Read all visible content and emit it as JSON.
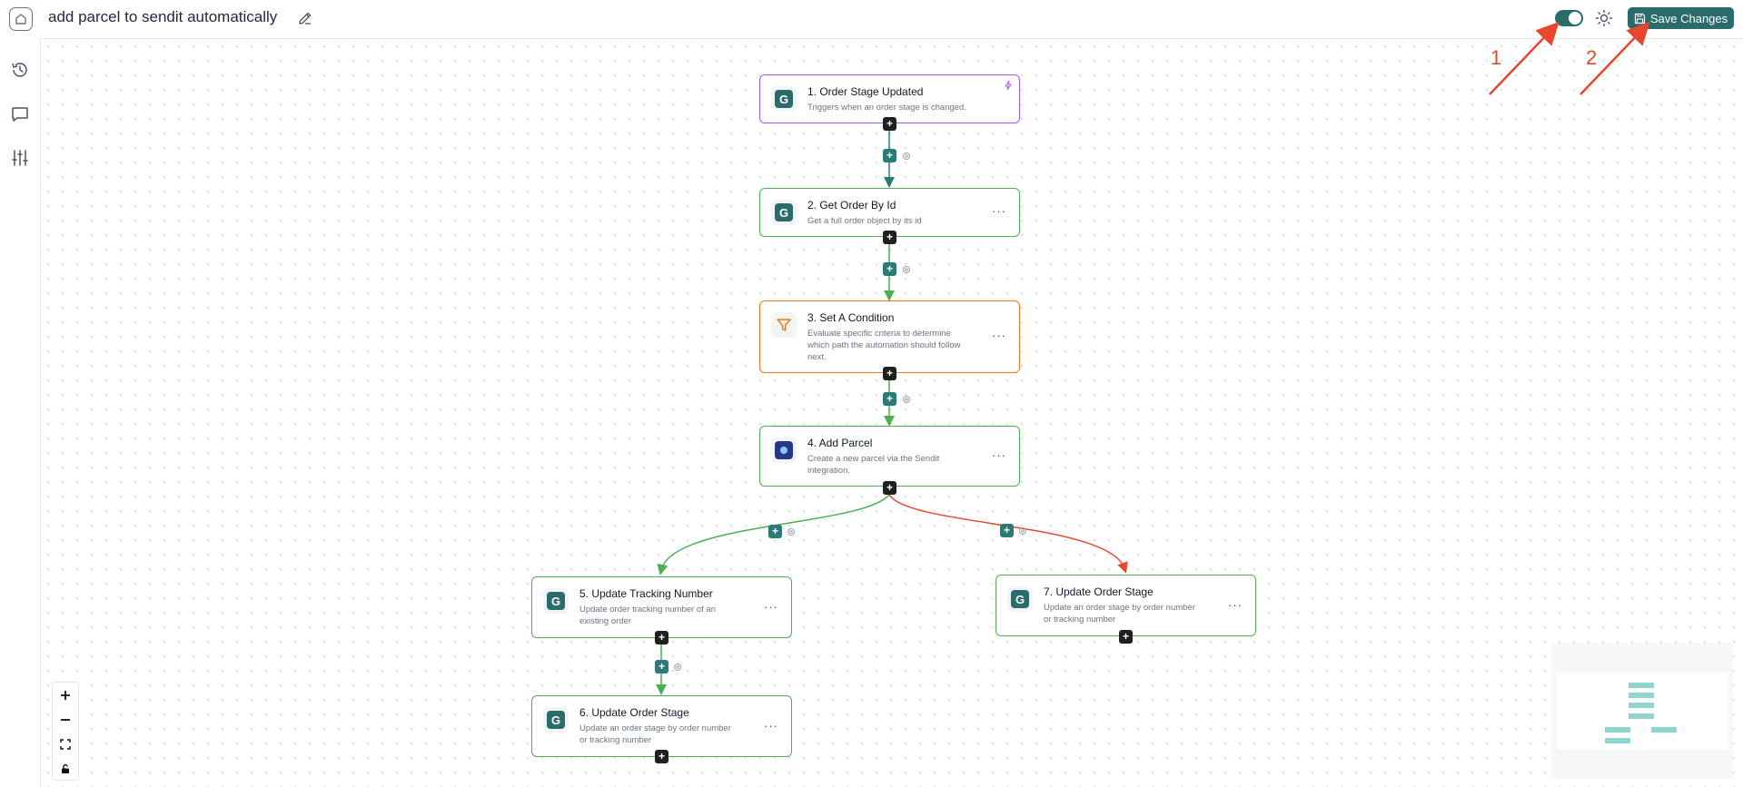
{
  "header": {
    "title": "add parcel to sendit automatically",
    "save_label": "Save Changes",
    "toggle_on": true
  },
  "annotations": {
    "arrow1_label": "1",
    "arrow2_label": "2"
  },
  "colors": {
    "accent": "#2a6b6b",
    "success_edge": "#4caf50",
    "failure_edge": "#e8462f",
    "trigger_border": "#a855f7",
    "condition_border": "#f97316",
    "annotation": "#e8462f"
  },
  "nodes": [
    {
      "id": 1,
      "title": "1. Order Stage Updated",
      "description": "Triggers when an order stage is changed.",
      "icon": "g-logo-icon",
      "kind": "trigger"
    },
    {
      "id": 2,
      "title": "2. Get Order By Id",
      "description": "Get a full order object by its id",
      "icon": "g-logo-icon",
      "kind": "action"
    },
    {
      "id": 3,
      "title": "3. Set A Condition",
      "description": "Evaluate specific criteria to determine which path the automation should follow next.",
      "icon": "filter-icon",
      "kind": "condition"
    },
    {
      "id": 4,
      "title": "4. Add Parcel",
      "description": "Create a new parcel via the Sendit integration.",
      "icon": "sendit-logo-icon",
      "kind": "action"
    },
    {
      "id": 5,
      "title": "5. Update Tracking Number",
      "description": "Update order tracking number of an existing order",
      "icon": "g-logo-icon",
      "kind": "action"
    },
    {
      "id": 6,
      "title": "6. Update Order Stage",
      "description": "Update an order stage by order number or tracking number",
      "icon": "g-logo-icon",
      "kind": "action"
    },
    {
      "id": 7,
      "title": "7. Update Order Stage",
      "description": "Update an order stage by order number or tracking number",
      "icon": "g-logo-icon",
      "kind": "action"
    }
  ],
  "zoom_controls": [
    "zoom-in",
    "zoom-out",
    "fit-view",
    "lock"
  ],
  "menu_glyph": "···",
  "plus_glyph": "+"
}
